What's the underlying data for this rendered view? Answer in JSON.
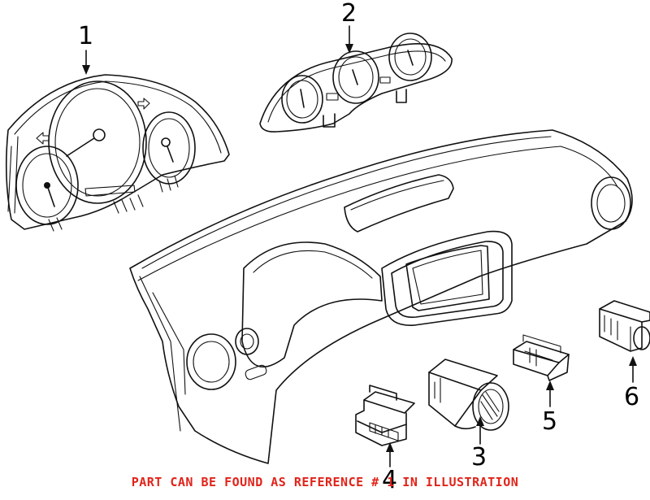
{
  "callouts": {
    "c1": "1",
    "c2": "2",
    "c3": "3",
    "c4": "4",
    "c5": "5",
    "c6": "6"
  },
  "footer": {
    "text": "PART CAN BE FOUND AS REFERENCE # 1 IN ILLUSTRATION"
  },
  "colors": {
    "footer_text": "#e0241a",
    "line": "#111111",
    "background": "#ffffff"
  }
}
